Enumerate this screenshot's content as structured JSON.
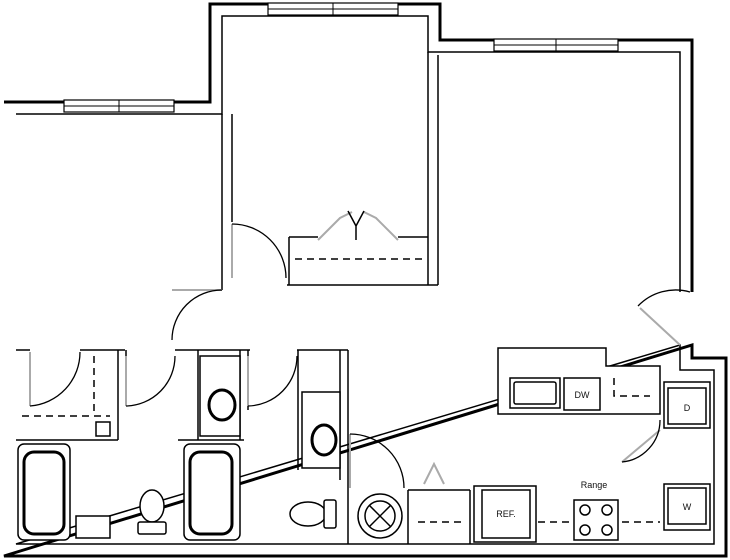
{
  "labels": {
    "dishwasher": "DW",
    "dryer": "D",
    "washer": "W",
    "refrigerator": "REF.",
    "range": "Range"
  }
}
